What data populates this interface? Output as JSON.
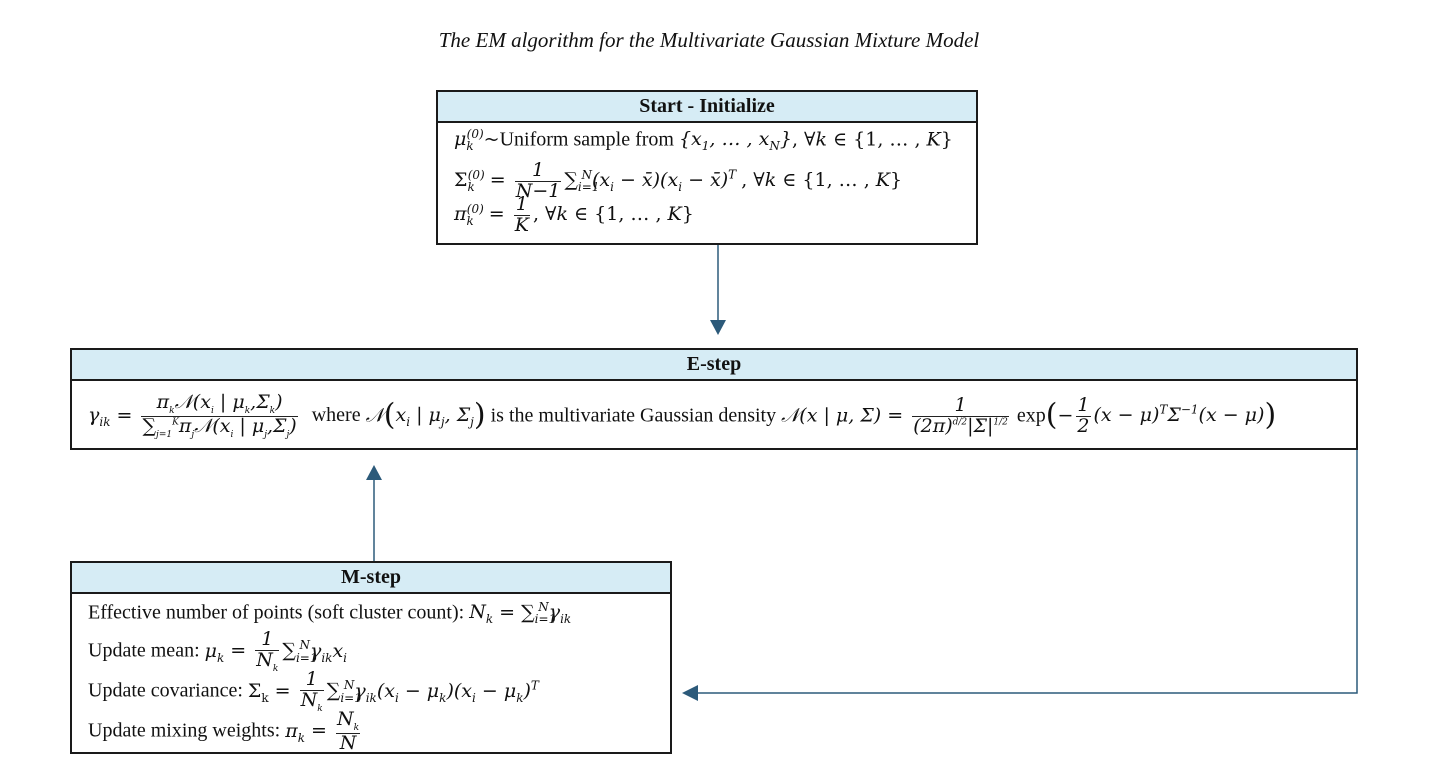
{
  "title": "The EM algorithm for the Multivariate Gaussian Mixture Model",
  "colors": {
    "header_fill": "#d6ecf5",
    "arrow": "#2c5a7a",
    "border": "#1a1a1a"
  },
  "start": {
    "header": "Start - Initialize",
    "lines": [
      "μk(0) ~Uniform sample from {x1, … , xN}, ∀k ∈ {1, … , K}",
      "Σk(0) = 1/(N−1) Σi=1N (xi − x̄)(xi − x̄)T , ∀k ∈ {1, … , K}",
      "πk(0) = 1/K , ∀k ∈ {1, … , K}"
    ],
    "line1_text": "Uniform sample from",
    "line1_set": "{x₁, … , x_N}, ∀k ∈ {1, … , K}"
  },
  "estep": {
    "header": "E-step",
    "text_where": "where",
    "text_density": "is the multivariate Gaussian density"
  },
  "mstep": {
    "header": "M-step",
    "label_effective": "Effective number of points (soft cluster count):",
    "label_mean": "Update mean:",
    "label_cov": "Update covariance:",
    "label_weights": "Update mixing weights:"
  }
}
